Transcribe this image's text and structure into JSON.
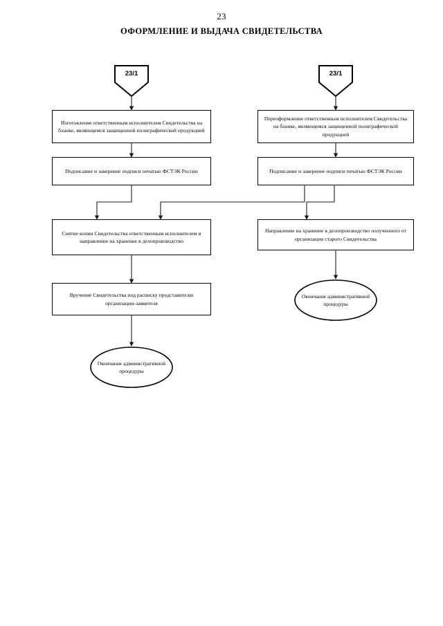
{
  "page": {
    "number": "23",
    "title": "ОФОРМЛЕНИЕ И ВЫДАЧА СВИДЕТЕЛЬСТВА"
  },
  "colors": {
    "stroke": "#000000",
    "background": "#ffffff",
    "text": "#000000"
  },
  "chart_data": {
    "type": "diagram",
    "diagram_kind": "flowchart",
    "title": "ОФОРМЛЕНИЕ И ВЫДАЧА СВИДЕТЕЛЬСТВА",
    "orientation": "top-to-bottom",
    "columns": 2,
    "nodes": [
      {
        "id": "c1",
        "shape": "off-page-connector",
        "label": "23/1",
        "column": "left"
      },
      {
        "id": "c2",
        "shape": "off-page-connector",
        "label": "23/1",
        "column": "right"
      },
      {
        "id": "l1",
        "shape": "process",
        "column": "left",
        "label": "Изготовление  ответственным исполнителем Свидетельства на бланке, являющемся защищенной полиграфической продукцией"
      },
      {
        "id": "r1",
        "shape": "process",
        "column": "right",
        "label": "Переоформление  ответственным исполнителем Свидетельства на бланке, являющемся защищенной полиграфической продукцией"
      },
      {
        "id": "l2",
        "shape": "process",
        "column": "left",
        "label": "Подписание и заверение подписи печатью ФСТЭК России"
      },
      {
        "id": "r2",
        "shape": "process",
        "column": "right",
        "label": "Подписание и заверение подписи печатью ФСТЭК России"
      },
      {
        "id": "l3",
        "shape": "process",
        "column": "left",
        "label": "Снятие копии Свидетельства ответственным исполнителем и направление на  хранение в делопроизводство"
      },
      {
        "id": "r3",
        "shape": "process",
        "column": "right",
        "label": "Направление на  хранение в делопроизводство полученного от организации старого Свидетельства"
      },
      {
        "id": "l4",
        "shape": "process",
        "column": "left",
        "label": "Вручение Свидетельства  под расписку представителю организации-заявителя"
      },
      {
        "id": "l5",
        "shape": "terminator",
        "column": "left",
        "label": "Окончание административной процедуры"
      },
      {
        "id": "r4",
        "shape": "terminator",
        "column": "right",
        "label": "Окончание административной процедуры"
      }
    ],
    "edges": [
      {
        "from": "c1",
        "to": "l1",
        "style": "straight-arrow"
      },
      {
        "from": "c2",
        "to": "r1",
        "style": "straight-arrow"
      },
      {
        "from": "l1",
        "to": "l2",
        "style": "straight-arrow"
      },
      {
        "from": "r1",
        "to": "r2",
        "style": "straight-arrow"
      },
      {
        "from": "l2",
        "to": "l3",
        "style": "elbow-arrow"
      },
      {
        "from": "r2",
        "to": "l3",
        "style": "elbow-arrow-cross-column"
      },
      {
        "from": "r2",
        "to": "r3",
        "style": "elbow-arrow"
      },
      {
        "from": "l3",
        "to": "l4",
        "style": "straight-arrow"
      },
      {
        "from": "l4",
        "to": "l5",
        "style": "straight-arrow"
      },
      {
        "from": "r3",
        "to": "r4",
        "style": "straight-arrow"
      }
    ]
  },
  "left_column": {
    "connector_label": "23/1",
    "step1": "Изготовление  ответственным исполнителем Свидетельства на бланке, являющемся защищенной полиграфической продукцией",
    "step2": "Подписание и заверение подписи печатью ФСТЭК России",
    "step3": "Снятие копии Свидетельства ответственным исполнителем и направление на  хранение в делопроизводство",
    "step4": "Вручение Свидетельства  под расписку представителю организации-заявителя",
    "end": "Окончание административной процедуры"
  },
  "right_column": {
    "connector_label": "23/1",
    "step1": "Переоформление  ответственным исполнителем Свидетельства на бланке, являющемся защищенной полиграфической продукцией",
    "step2": "Подписание и заверение подписи печатью ФСТЭК России",
    "step3": "Направление на  хранение в делопроизводство полученного от организации старого Свидетельства",
    "end": "Окончание административной процедуры"
  }
}
